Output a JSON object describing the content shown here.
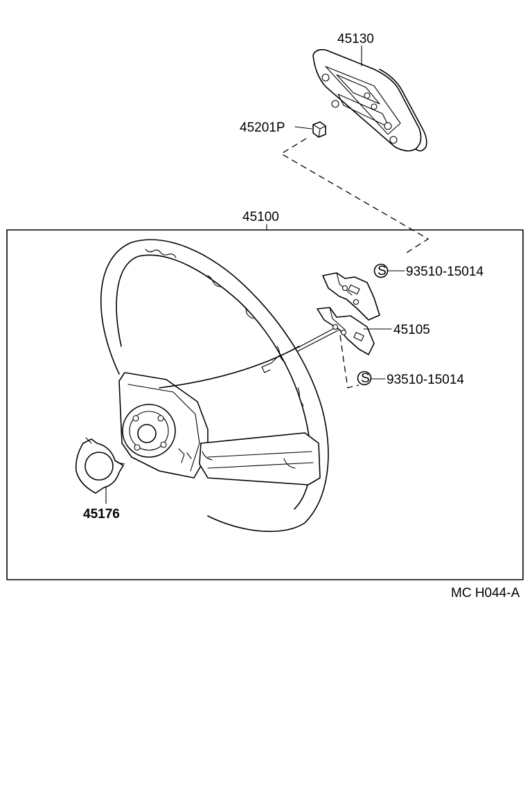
{
  "diagram": {
    "parts": {
      "pad": "45130",
      "nut": "45201P",
      "wheel_assembly": "45100",
      "screw_upper": "93510-15014",
      "screw_lower": "93510-15014",
      "bracket": "45105",
      "plate": "45176"
    },
    "standard_part_symbol": "S",
    "figure_code": "MC H044-A"
  }
}
